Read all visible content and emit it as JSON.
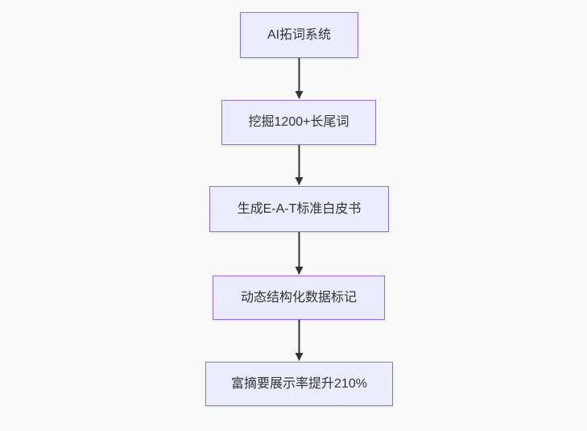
{
  "flowchart": {
    "type": "flowchart-top-down",
    "background_color": "#f9f9f9",
    "node_fill_color": "#ececff",
    "node_border_color": "#9370db",
    "text_color": "#333333",
    "arrow_color": "#333333",
    "nodes": [
      {
        "label": "AI拓词系统"
      },
      {
        "label": "挖掘1200+长尾词"
      },
      {
        "label": "生成E-A-T标准白皮书"
      },
      {
        "label": "动态结构化数据标记"
      },
      {
        "label": "富摘要展示率提升210%"
      }
    ],
    "edges": [
      {
        "from": 0,
        "to": 1
      },
      {
        "from": 1,
        "to": 2
      },
      {
        "from": 2,
        "to": 3
      },
      {
        "from": 3,
        "to": 4
      }
    ]
  }
}
